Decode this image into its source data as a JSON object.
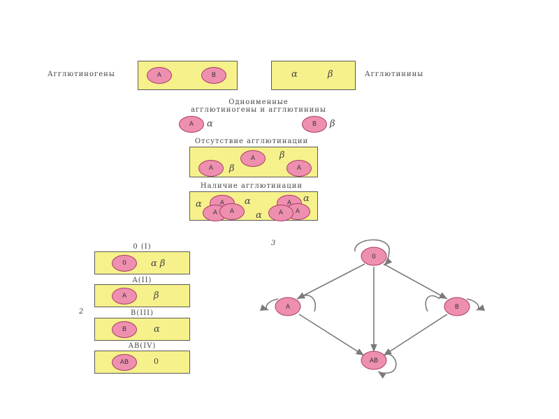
{
  "top": {
    "agglutinogens_label": "Агглютиногены",
    "agglutinins_label": "Агглютинины",
    "antigen_a": "A",
    "antigen_b": "B",
    "alpha": "α",
    "beta": "β"
  },
  "section1": {
    "title_line1": "Одноименные",
    "title_line2": "агглютиногены  и агглютинины",
    "pair_a_cell": "A",
    "pair_a_antibody": "α",
    "pair_b_cell": "B",
    "pair_b_antibody": "β"
  },
  "no_agglutination": {
    "title": "Отсутствие агглютинации",
    "cells": [
      "A",
      "A",
      "A"
    ],
    "antibodies": [
      "β",
      "β"
    ]
  },
  "agglutination": {
    "title": "Наличие агглютинации",
    "left_cluster": [
      "A",
      "A",
      "A"
    ],
    "right_cluster": [
      "A",
      "A",
      "A"
    ],
    "antibodies": [
      "α",
      "α",
      "α",
      "α"
    ]
  },
  "figure_numbers": {
    "fig2": "2",
    "fig3": "3"
  },
  "blood_groups": [
    {
      "name": "0 (I)",
      "cell": "0",
      "antibodies": "α β"
    },
    {
      "name": "A(II)",
      "cell": "A",
      "antibodies": "β"
    },
    {
      "name": "B(III)",
      "cell": "B",
      "antibodies": "α"
    },
    {
      "name": "AB(IV)",
      "cell": "AB",
      "antibodies": "0"
    }
  ],
  "graph": {
    "nodes": [
      "0",
      "A",
      "B",
      "AB"
    ],
    "edges": [
      [
        "0",
        "A"
      ],
      [
        "0",
        "B"
      ],
      [
        "0",
        "AB"
      ],
      [
        "A",
        "AB"
      ],
      [
        "B",
        "AB"
      ]
    ],
    "self_loops": [
      "0",
      "A",
      "B",
      "AB"
    ]
  },
  "colors": {
    "box_fill": "#f6f18a",
    "cell_fill": "#ee8fb0",
    "cell_stroke": "#a83c68",
    "line": "#7a7a7a"
  }
}
